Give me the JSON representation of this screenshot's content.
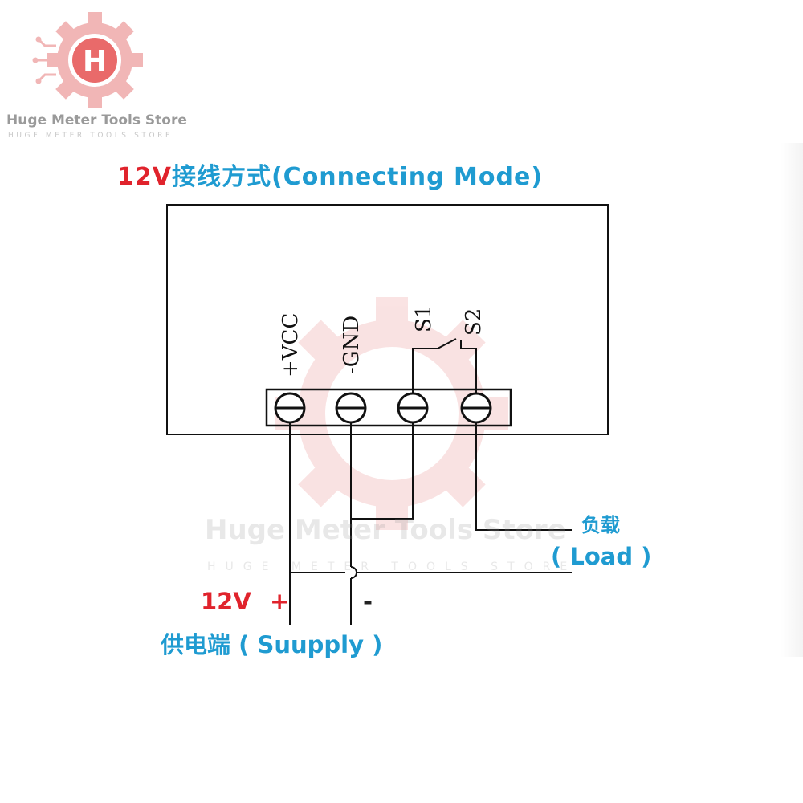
{
  "brand": {
    "name": "Huge Meter Tools Store",
    "tagline": "HUGE METER TOOLS STORE",
    "logo_letter": "H",
    "logo_color": "#e96a6a"
  },
  "title": {
    "voltage": "12V",
    "text": "接线方式(Connecting  Mode)"
  },
  "terminals": [
    {
      "label": "+VCC"
    },
    {
      "label": "-GND"
    },
    {
      "label": "S1"
    },
    {
      "label": "S2"
    }
  ],
  "load": {
    "cn": "负载",
    "en": "( Load )"
  },
  "supply": {
    "voltage": "12V",
    "plus": "+",
    "minus": "-",
    "text": "供电端 ( Suupply )"
  },
  "watermark": {
    "big": "Huge Meter Tools Store",
    "small": "HUGE METER TOOLS STORE"
  },
  "colors": {
    "accent_red": "#e0232c",
    "accent_blue": "#1f9bd1",
    "line": "#111111"
  }
}
